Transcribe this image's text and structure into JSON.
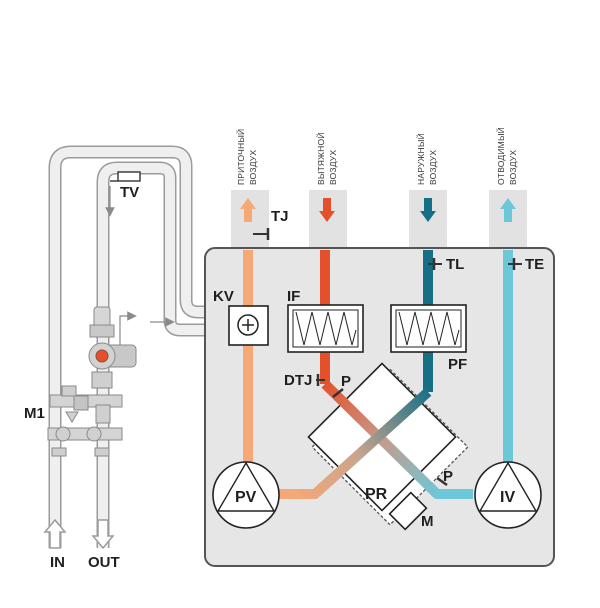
{
  "ducts": {
    "supply": [
      "ПРИТОЧНЫЙ",
      "ВОЗДУХ"
    ],
    "extract": [
      "ВЫТЯЖНОЙ",
      "ВОЗДУХ"
    ],
    "outdoor": [
      "НАРУЖНЫЙ",
      "ВОЗДУХ"
    ],
    "exhaust": [
      "ОТВОДИМЫЙ",
      "ВОЗДУХ"
    ]
  },
  "labels": {
    "tj": "TJ",
    "tl": "TL",
    "te": "TE",
    "kv": "KV",
    "if": "IF",
    "pf": "PF",
    "dtj": "DTJ",
    "p1": "P",
    "p2": "P",
    "pr": "PR",
    "m": "M",
    "pv": "PV",
    "iv": "IV",
    "tv": "TV",
    "m1": "M1",
    "in": "IN",
    "out": "OUT"
  },
  "colors": {
    "supply": "#f6a877",
    "extract": "#e4502a",
    "outdoor": "#176f86",
    "exhaust": "#6cc7d9",
    "unit_fill": "#e6e6e6",
    "unit_stroke": "#555555",
    "pipe_fill": "#e9e9e9",
    "pipe_stroke": "#9b9b9b"
  }
}
